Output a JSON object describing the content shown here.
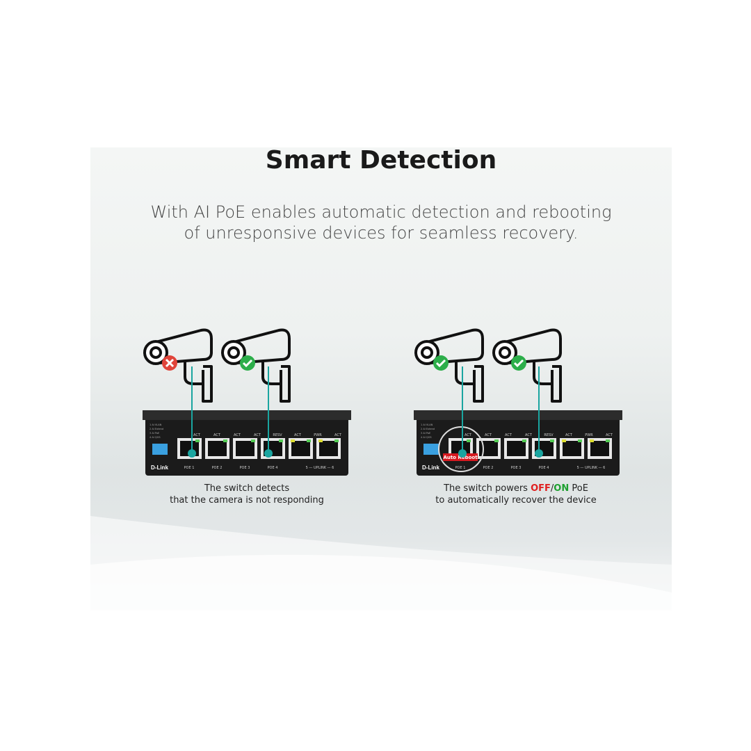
{
  "title": "Smart Detection",
  "subtitle": [
    "With AI PoE enables automatic detection and rebooting",
    "of unresponsive devices for seamless recovery."
  ],
  "left": {
    "caption": [
      "The switch detects",
      "that the camera is not responding"
    ],
    "camera_status": [
      "error",
      "ok"
    ]
  },
  "right": {
    "caption_pre": "The switch powers ",
    "off": "OFF",
    "slash": "/",
    "on": "ON",
    "caption_post": " PoE",
    "caption_line2": "to automatically recover the device",
    "camera_status": [
      "ok",
      "ok"
    ],
    "badge": "Auto Reboot"
  },
  "switch": {
    "brand": "D-Link",
    "port_labels": [
      "POE 1",
      "POE 2",
      "POE 3",
      "POE 4",
      "5 — UPLINK — 6"
    ],
    "led_labels": [
      "ACT",
      "ACT",
      "ACT",
      "ACT",
      "RESV",
      "ACT",
      "PWR",
      "ACT"
    ],
    "dip_labels": [
      "1 AI VLAN",
      "2 AI Extend",
      "3 AI PoE",
      "4 AI QOS"
    ]
  },
  "colors": {
    "teal": "#1aa5a0",
    "error": "#e0443a",
    "ok": "#2cae4a",
    "off": "#e02020",
    "on": "#1ea030"
  }
}
